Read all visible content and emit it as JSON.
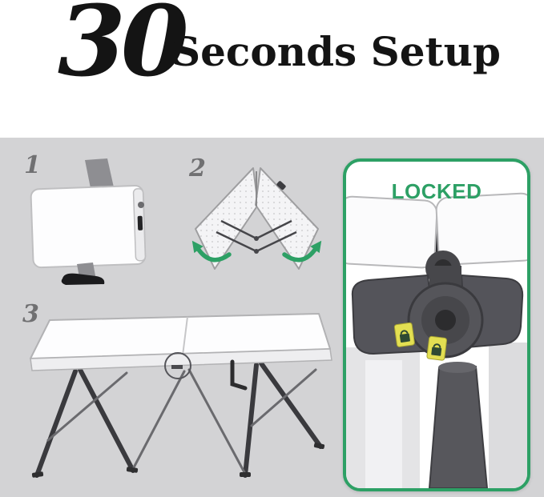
{
  "header": {
    "number": "30",
    "title": "Seconds Setup"
  },
  "steps": {
    "one": "1",
    "two": "2",
    "three": "3"
  },
  "locked": {
    "label": "LOCKED"
  },
  "colors": {
    "accent_green": "#2da065",
    "panel_gray": "#d3d3d5",
    "ink": "#141414",
    "step_gray": "#707072"
  }
}
